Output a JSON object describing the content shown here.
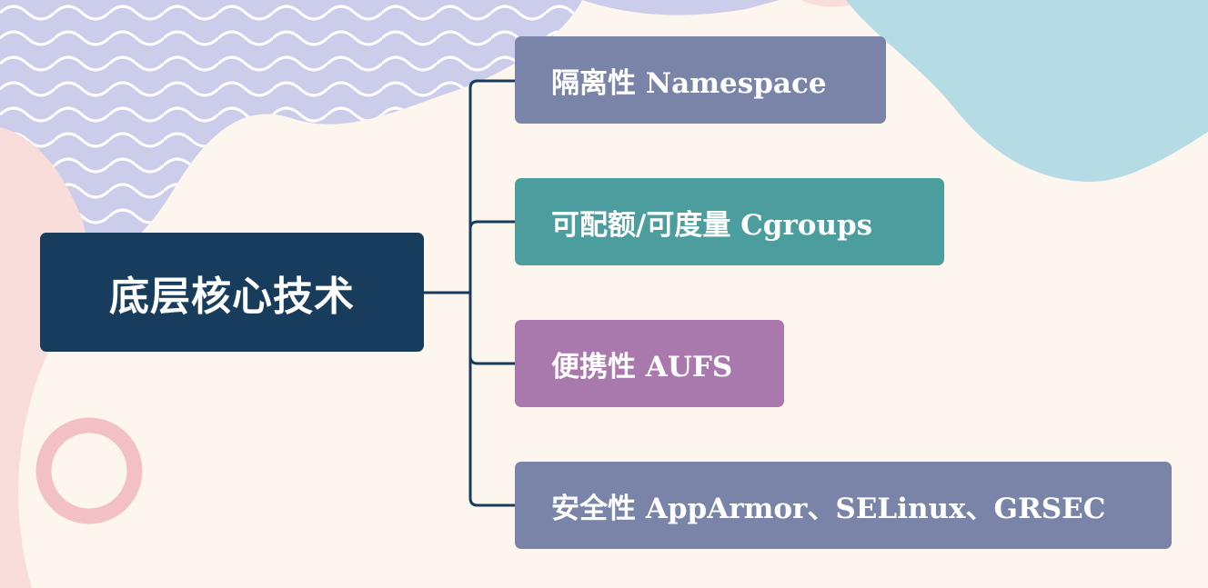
{
  "colors": {
    "background": "#fdf6ee",
    "wave_area": "#cccdeb",
    "wave_line": "#ffffff",
    "pink_blob": "#f8ddda",
    "pink_ring": "#f3c1c5",
    "blue_blob": "#b5dce4",
    "connector": "#173c5c"
  },
  "root": {
    "label": "底层核心技术",
    "color": "#173c5c"
  },
  "branches": [
    {
      "label": "隔离性 Namespace",
      "color": "#7984a8"
    },
    {
      "label": "可配额/可度量 Cgroups",
      "color": "#4c9d9e"
    },
    {
      "label": "便携性 AUFS",
      "color": "#a979ad"
    },
    {
      "label": "安全性 AppArmor、SELinux、GRSEC",
      "color": "#7984a8"
    }
  ]
}
